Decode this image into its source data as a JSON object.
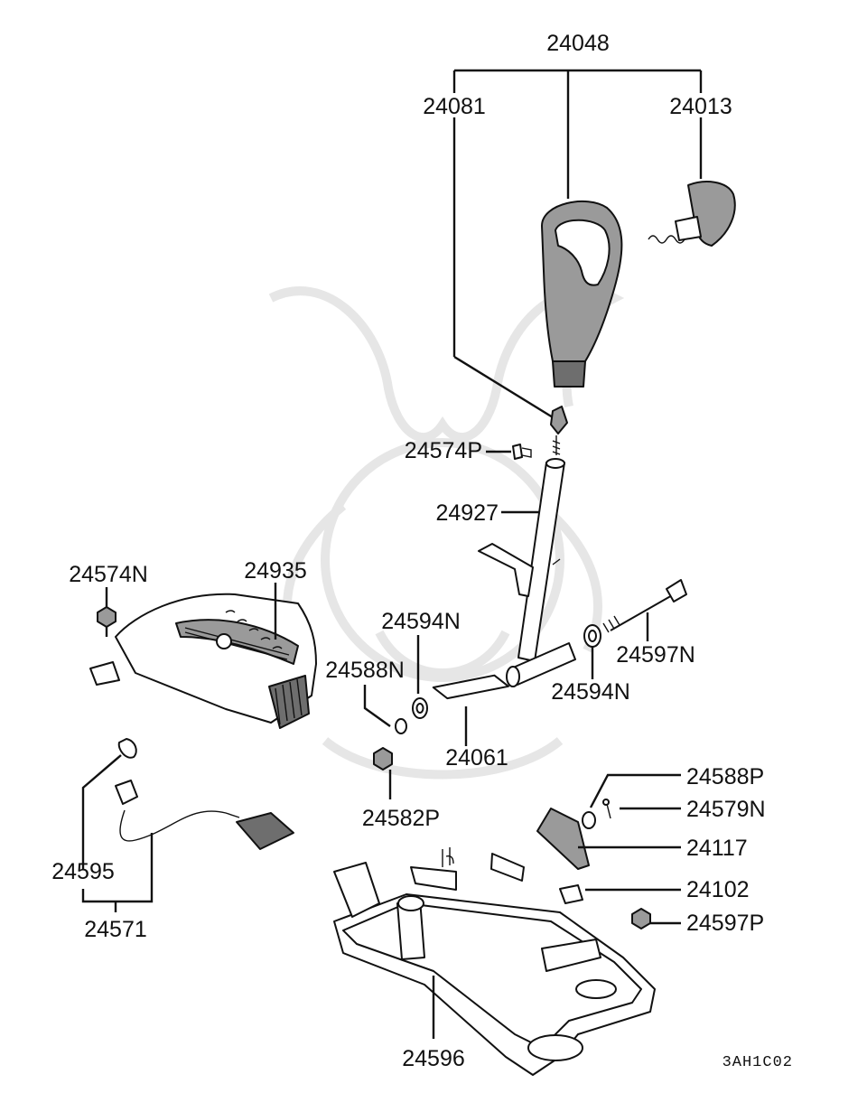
{
  "diagram": {
    "code": "3AH1C02",
    "callouts": {
      "p24048": "24048",
      "p24081": "24081",
      "p24013": "24013",
      "p24574P": "24574P",
      "p24927": "24927",
      "p24574N": "24574N",
      "p24935": "24935",
      "p24594N_a": "24594N",
      "p24588N": "24588N",
      "p24597N": "24597N",
      "p24594N_b": "24594N",
      "p24061": "24061",
      "p24582P": "24582P",
      "p24588P": "24588P",
      "p24579N": "24579N",
      "p24117": "24117",
      "p24102": "24102",
      "p24597P": "24597P",
      "p24595": "24595",
      "p24571": "24571",
      "p24596": "24596"
    }
  }
}
